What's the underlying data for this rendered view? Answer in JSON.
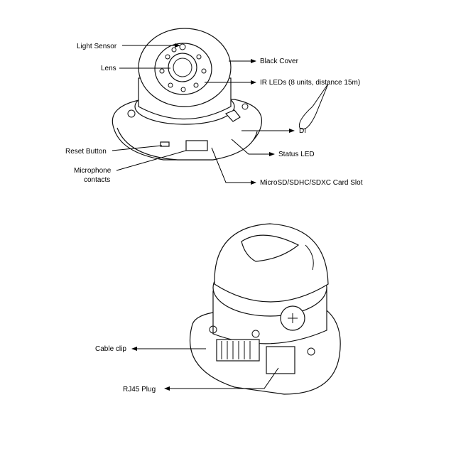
{
  "top_diagram": {
    "labels": {
      "light_sensor": "Light Sensor",
      "lens": "Lens",
      "black_cover": "Black Cover",
      "ir_leds": "IR LEDs (8 units, distance 15m)",
      "di": "DI",
      "status_led": "Status LED",
      "reset_button": "Reset Button",
      "microphone_line1": "Microphone",
      "microphone_line2": "contacts",
      "card_slot": "MicroSD/SDHC/SDXC Card Slot"
    }
  },
  "bottom_diagram": {
    "labels": {
      "cable_clip": "Cable clip",
      "rj45_plug": "RJ45 Plug"
    }
  }
}
